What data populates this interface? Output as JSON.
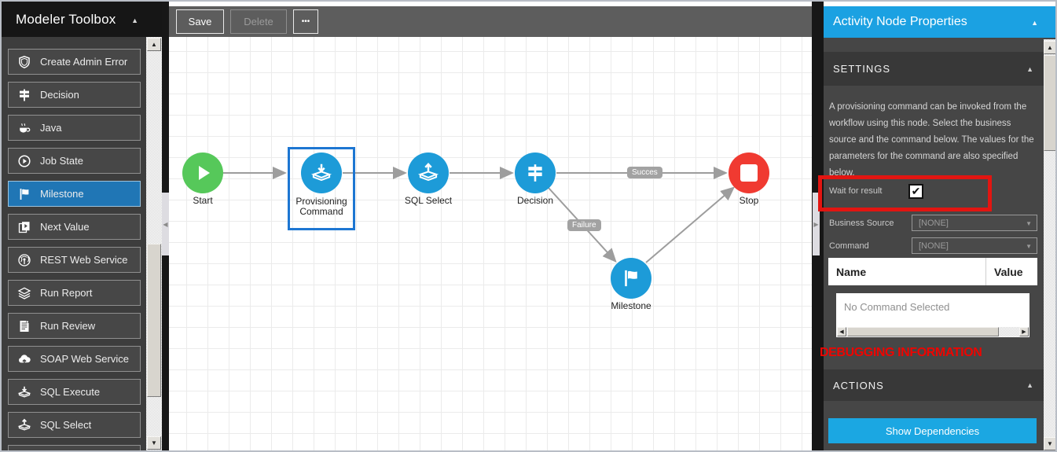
{
  "glyphs": {
    "collapse_up": "▲",
    "dropdown_down": "▼",
    "scroll_up": "▲",
    "scroll_down": "▼",
    "scroll_left": "◀",
    "scroll_right": "▶",
    "panel_collapse_left": "◀",
    "panel_collapse_right": "▶",
    "check": "✔",
    "ellipsis": "•••"
  },
  "toolbox": {
    "title": "Modeler Toolbox",
    "items": [
      {
        "label": "Create Admin Error",
        "icon": "shield-icon",
        "selected": false
      },
      {
        "label": "Decision",
        "icon": "signpost-icon",
        "selected": false
      },
      {
        "label": "Java",
        "icon": "coffee-icon",
        "selected": false
      },
      {
        "label": "Job State",
        "icon": "play-circle-icon",
        "selected": false
      },
      {
        "label": "Milestone",
        "icon": "flag-icon",
        "selected": true
      },
      {
        "label": "Next Value",
        "icon": "pages-play-icon",
        "selected": false
      },
      {
        "label": "REST Web Service",
        "icon": "antenna-icon",
        "selected": false
      },
      {
        "label": "Run Report",
        "icon": "layers-icon",
        "selected": false
      },
      {
        "label": "Run Review",
        "icon": "document-icon",
        "selected": false
      },
      {
        "label": "SOAP Web Service",
        "icon": "cloud-upload-icon",
        "selected": false
      },
      {
        "label": "SQL Execute",
        "icon": "tray-download-icon",
        "selected": false
      },
      {
        "label": "SQL Select",
        "icon": "tray-upload-icon",
        "selected": false
      }
    ]
  },
  "toolbar": {
    "save_label": "Save",
    "delete_label": "Delete",
    "delete_enabled": false
  },
  "canvas": {
    "nodes": [
      {
        "id": "start",
        "label": "Start",
        "type": "start",
        "color": "#56c85a",
        "icon": "play-icon"
      },
      {
        "id": "provisioning-command",
        "label": "Provisioning Command",
        "type": "activity",
        "color": "#1d9bd8",
        "icon": "tray-download-icon",
        "selected": true
      },
      {
        "id": "sql-select",
        "label": "SQL Select",
        "type": "activity",
        "color": "#1d9bd8",
        "icon": "tray-upload-icon"
      },
      {
        "id": "decision",
        "label": "Decision",
        "type": "decision",
        "color": "#1d9bd8",
        "icon": "signpost-icon"
      },
      {
        "id": "milestone",
        "label": "Milestone",
        "type": "milestone",
        "color": "#1d9bd8",
        "icon": "flag-icon"
      },
      {
        "id": "stop",
        "label": "Stop",
        "type": "stop",
        "color": "#f03a31",
        "icon": "stop-square-icon"
      }
    ],
    "edges": [
      {
        "from": "start",
        "to": "provisioning-command",
        "label": ""
      },
      {
        "from": "provisioning-command",
        "to": "sql-select",
        "label": ""
      },
      {
        "from": "sql-select",
        "to": "decision",
        "label": ""
      },
      {
        "from": "decision",
        "to": "stop",
        "label": "Succes"
      },
      {
        "from": "decision",
        "to": "milestone",
        "label": "Failure"
      },
      {
        "from": "milestone",
        "to": "stop",
        "label": ""
      }
    ]
  },
  "properties": {
    "title": "Activity Node Properties",
    "settings_section": "SETTINGS",
    "actions_section": "ACTIONS",
    "description": "A provisioning command can be invoked from the workflow using this node. Select the business source and the command below. The values for the parameters for the command are also specified below.",
    "wait_for_result": {
      "label": "Wait for result",
      "checked": true
    },
    "business_source": {
      "label": "Business Source",
      "value": "[NONE]"
    },
    "command": {
      "label": "Command",
      "value": "[NONE]"
    },
    "params_table": {
      "name_column": "Name",
      "value_column": "Value",
      "empty_message": "No Command Selected"
    },
    "debug_heading": "DEBUGGING INFORMATION",
    "show_dependencies_label": "Show Dependencies"
  },
  "colors": {
    "accent_blue": "#1ba1e2",
    "node_blue": "#1d9bd8",
    "start_green": "#56c85a",
    "stop_red": "#f03a31",
    "selected_item_blue": "#2076b5",
    "selection_outline": "#1d76d2",
    "annotation_red": "#e21511"
  }
}
